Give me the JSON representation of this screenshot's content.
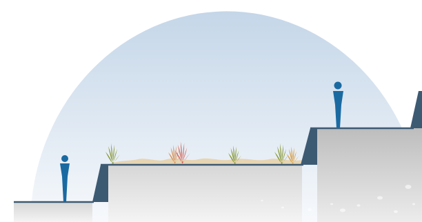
{
  "diagram": {
    "type": "section-illustration",
    "components": [
      {
        "name": "sky-dome",
        "kind": "background"
      },
      {
        "name": "lower-ground",
        "kind": "ground"
      },
      {
        "name": "middle-terrace",
        "kind": "planted-terrace"
      },
      {
        "name": "upper-terrace",
        "kind": "ground"
      },
      {
        "name": "person-figure-lower",
        "kind": "scale-figure",
        "color": "#1a6aa2"
      },
      {
        "name": "person-figure-upper",
        "kind": "scale-figure",
        "color": "#1a6aa2"
      },
      {
        "name": "planting-bed",
        "kind": "vegetation"
      }
    ],
    "plants": [
      {
        "name": "grass-plant-1",
        "color": "#8a9a3a"
      },
      {
        "name": "grass-plant-2",
        "color": "#d8935a"
      },
      {
        "name": "grass-plant-3",
        "color": "#d36a5e"
      },
      {
        "name": "grass-plant-4",
        "color": "#8a9a3a"
      },
      {
        "name": "grass-plant-5",
        "color": "#8a9a3a"
      },
      {
        "name": "grass-plant-6",
        "color": "#d8a04a"
      }
    ],
    "colors": {
      "sky_top": "#c4d6e8",
      "sky_bottom": "#f7f9fc",
      "ground_top": "#d6d6d6",
      "ground_bottom": "#f4f4f4",
      "wall_face": "#3d5a73",
      "soil": "#e6cfa6",
      "figure": "#1a6aa2"
    }
  }
}
